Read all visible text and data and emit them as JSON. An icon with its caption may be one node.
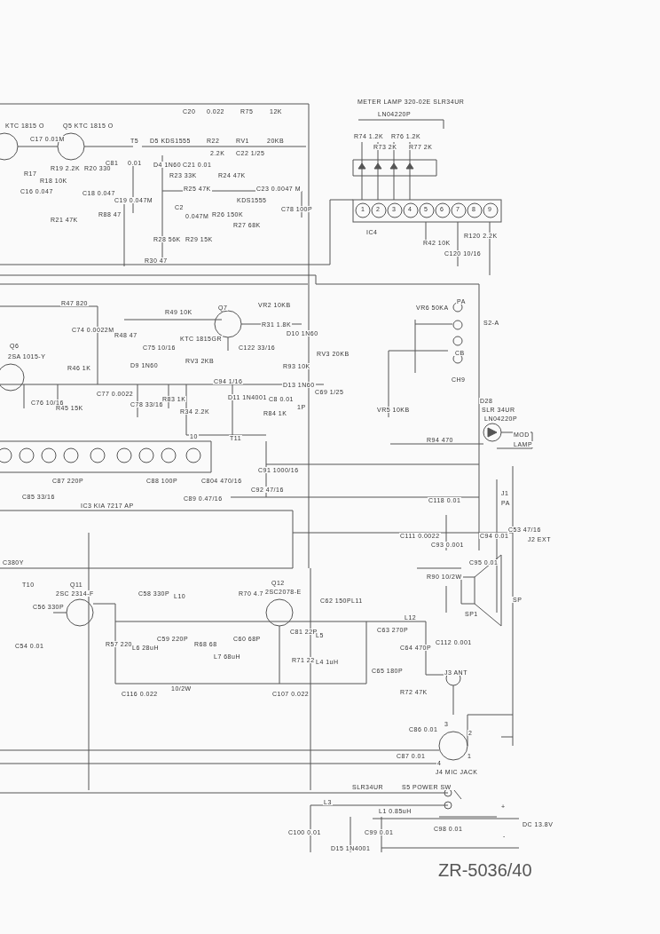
{
  "diagram": {
    "labels": [
      "C20",
      "0.022",
      "R75",
      "12K",
      "KTC 1815 O",
      "Q5 KTC 1815 O",
      "C17 0.01M",
      "T5",
      "D5 KDS1555",
      "R22",
      "RV1",
      "20KB",
      "2.2K",
      "C22 1/25",
      "C81",
      "0.01",
      "D4 1N60",
      "C21 0.01",
      "R23 33K",
      "R24 47K",
      "R17",
      "C16 0.047",
      "R18 10K",
      "R19 2.2K",
      "R20 330",
      "C18 0.047",
      "R25 47K",
      "C23 0.0047 M",
      "C19 0.047M",
      "KDS1555",
      "R88 47",
      "C2",
      "0.047M",
      "R26 150K",
      "R27 68K",
      "C78 100P",
      "R21 47K",
      "R28 56K",
      "R29 15K",
      "R30 47",
      "METER LAMP 320-02E SLR34UR",
      "LN04220P",
      "R74 1.2K",
      "R73 2K",
      "R76 1.2K",
      "R77 2K",
      "1",
      "2",
      "3",
      "4",
      "5",
      "6",
      "7",
      "8",
      "9",
      "IC4",
      "R42 10K",
      "C120 10/16",
      "R120 2.2K",
      "R47 820",
      "R49 10K",
      "Q7",
      "VR2 10KB",
      "R31 1.8K",
      "D10 1N60",
      "C74 0.0022M",
      "Q6",
      "2SA 1015-Y",
      "KTC 1815GR",
      "R48 47",
      "C75 10/16",
      "C122 33/16",
      "R46 1K",
      "D9 1N60",
      "RV3 2KB",
      "RV3 20KB",
      "R93 10K",
      "C94 1/16",
      "D11 1N4001",
      "C8 0.01",
      "D13 1N60",
      "C69 1/25",
      "C77 0.0022",
      "C76 10/16",
      "R45 15K",
      "C78 33/16",
      "R83 1K",
      "R34 2.2K",
      "R84 1K",
      "1P",
      "10",
      "T11",
      "C87 220P",
      "C88 100P",
      "C804 470/16",
      "C85 33/16",
      "C89 0.47/16",
      "C91 1000/16",
      "C92 47/16",
      "IC3 KIA 7217 AP",
      "VR6 50KA",
      "PA",
      "S2-A",
      "CB",
      "CH9",
      "VR5 10KB",
      "D28",
      "SLR 34UR",
      "LN04220P",
      "R94 470",
      "MOD",
      "LAMP",
      "J1",
      "PA",
      "C118 0.01",
      "C111 0.0022",
      "C93 0.001",
      "C94 0.01",
      "C53 47/16",
      "J2 EXT",
      "C95 0.01",
      "R90 10/2W",
      "SP1",
      "SP",
      "C112 0.001",
      "J3 ANT",
      "R72 47K",
      "C86 0.01",
      "C87 0.01",
      "3",
      "2",
      "1",
      "4",
      "J4 MIC JACK",
      "C380Y",
      "T10",
      "Q11",
      "2SC 2314-F",
      "C56 330P",
      "C54 0.01",
      "C58 330P",
      "L10",
      "R70 4.7",
      "Q12",
      "2SC2078-E",
      "C62 150P",
      "L11",
      "L12",
      "C81 22P",
      "L5",
      "R71 22",
      "L4 1uH",
      "R57 220",
      "L6 28uH",
      "C59 220P",
      "R68 68",
      "L7 68uH",
      "C60 68P",
      "C116 0.022",
      "10/2W",
      "C107 0.022",
      "C63 270P",
      "C64 470P",
      "C65 180P",
      "SLR34UR",
      "S5 POWER SW",
      "L3",
      "L1 0.85uH",
      "C100 0.01",
      "D15 1N4001",
      "C99 0.01",
      "C98 0.01",
      "+",
      "-",
      "DC 13.8V",
      "ZR-5036/40"
    ]
  }
}
